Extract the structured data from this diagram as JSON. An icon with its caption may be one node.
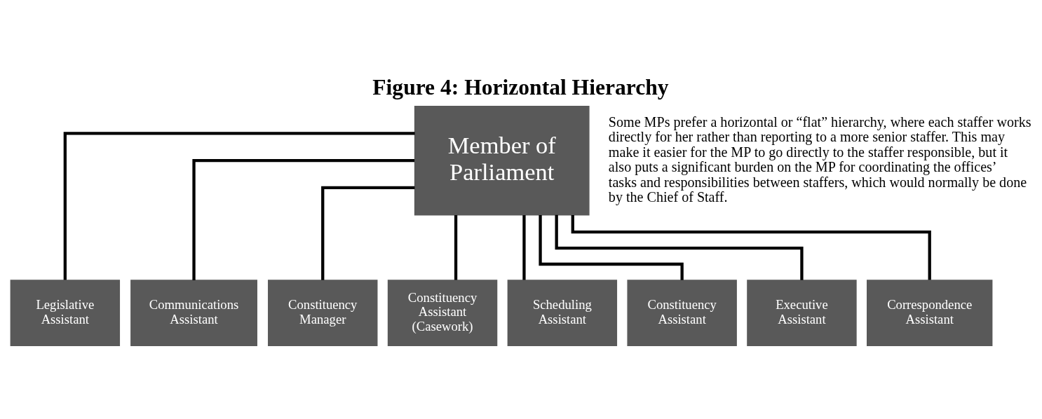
{
  "diagram": {
    "title": "Figure 4: Horizontal Hierarchy",
    "nodes": [
      {
        "text": [
          "Member of Parliament"
        ]
      },
      {
        "text": [
          "Legislative Assistant"
        ]
      },
      {
        "text": [
          "Communications Assistant"
        ]
      },
      {
        "text": [
          "Constituency Manager"
        ]
      },
      {
        "text": [
          "Constituency Assistant (Casework)"
        ]
      },
      {
        "text": [
          "Scheduling Assistant"
        ]
      },
      {
        "text": [
          "Constituency Assistant"
        ]
      },
      {
        "text": [
          "Executive Assistant"
        ]
      },
      {
        "text": [
          "Correspondence Assistant"
        ]
      }
    ],
    "edges": [
      {
        "from": 0,
        "to": 1,
        "arrow": "none"
      },
      {
        "from": 0,
        "to": 2,
        "arrow": "none"
      },
      {
        "from": 0,
        "to": 3,
        "arrow": "none"
      },
      {
        "from": 0,
        "to": 4,
        "arrow": "none"
      },
      {
        "from": 0,
        "to": 5,
        "arrow": "none"
      },
      {
        "from": 0,
        "to": 6,
        "arrow": "none"
      },
      {
        "from": 0,
        "to": 7,
        "arrow": "none"
      },
      {
        "from": 0,
        "to": 8,
        "arrow": "none"
      }
    ],
    "labels": [
      "Some MPs prefer a horizontal or “flat” hierarchy, where each staffer works directly for her rather than reporting to a more senior staffer. This may make it easier for the MP to go directly to the staffer responsible, but it also puts a significant burden on the MP for coordinating the offices’ tasks and responsibilities between staffers, which would normally be done by the Chief of Staff."
    ]
  }
}
